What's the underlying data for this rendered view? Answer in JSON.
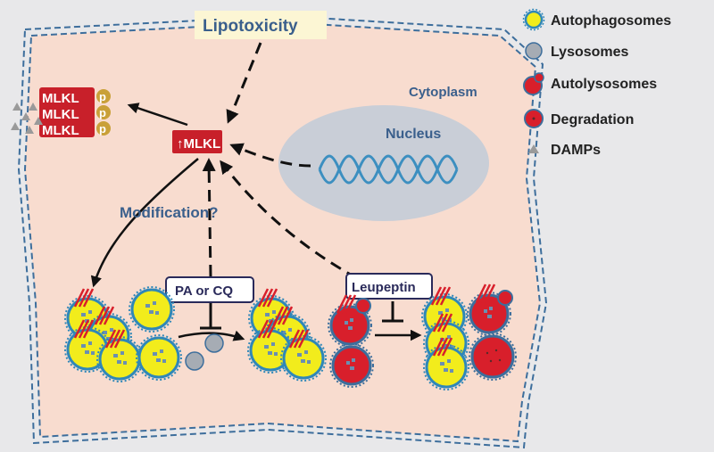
{
  "top_label": "Lipotoxicity",
  "cytoplasm_label": "Cytoplasm",
  "nucleus_label": "Nucleus",
  "mlkl_center": "↑MLKL",
  "mlkl_phospho": [
    "MLKL",
    "MLKL",
    "MLKL"
  ],
  "phospho_tag": "p",
  "modification_label": "Modification?",
  "inhibitor_1": "PA or CQ",
  "inhibitor_2": "Leupeptin",
  "legend": [
    {
      "label": "Autophagosomes",
      "icon": "autophagosome-icon"
    },
    {
      "label": "Lysosomes",
      "icon": "lysosome-icon"
    },
    {
      "label": "Autolysosomes",
      "icon": "autolysosome-icon"
    },
    {
      "label": "Degradation",
      "icon": "degradation-icon"
    },
    {
      "label": "DAMPs",
      "icon": "damp-triangle-icon"
    }
  ],
  "colors": {
    "background": "#e8e8ea",
    "cytoplasm": "#f8dccf",
    "membrane": "#3d6e9c",
    "mlkl_red": "#c8202a",
    "phospho_gold": "#c9a038",
    "autophagosome_yellow": "#f2ec1c",
    "autophagosome_ring": "#2f87b8",
    "lysosome_gray": "#a6acb4",
    "nucleus_gray": "#c9ced7",
    "dna_blue": "#3c8fc0",
    "label_blue": "#3a5f8c",
    "lipotoxicity_bg": "#fcf6d4"
  }
}
